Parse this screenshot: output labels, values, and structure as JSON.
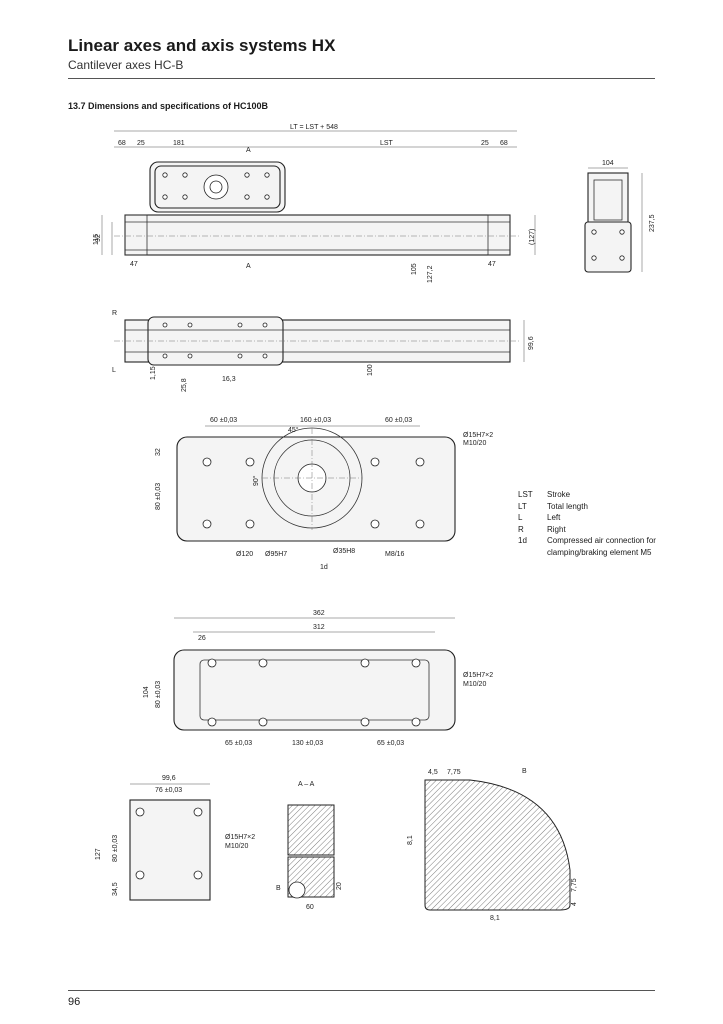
{
  "header": {
    "title": "Linear axes and axis systems HX",
    "subtitle": "Cantilever axes HC-B"
  },
  "section_title": "13.7 Dimensions and specifications of HC100B",
  "page_number": "96",
  "dims": {
    "lt_formula": "LT = LST + 548",
    "lst": "LST",
    "d68": "68",
    "d25": "25",
    "d181": "181",
    "dA": "A",
    "d115": "115",
    "d92": "92",
    "d47": "47",
    "d105": "105",
    "d127_2": "127,2",
    "d127p": "(127)",
    "d104": "104",
    "d237_5": "237,5",
    "R": "R",
    "L": "L",
    "d99_6": "99,6",
    "d1_15": "1,15",
    "d25_8": "25,8",
    "d16_3": "16,3",
    "d100": "100",
    "d60a": "60 ±0,03",
    "d160": "160 ±0,03",
    "d60b": "60 ±0,03",
    "d45": "45°",
    "d90": "90°",
    "d32": "32",
    "d80": "80 ±0,03",
    "d15h7": "Ø15H7×2",
    "m10": "M10/20",
    "d120": "Ø120",
    "d95": "Ø95H7",
    "d35": "Ø35H8",
    "m8": "M8/16",
    "id1d": "1d",
    "d362": "362",
    "d312": "312",
    "d26": "26",
    "d104b": "104",
    "d80b": "80 ±0,03",
    "d65a": "65 ±0,03",
    "d130": "130 ±0,03",
    "d65b": "65 ±0,03",
    "d99_6b": "99,6",
    "d76": "76 ±0,03",
    "d127": "127",
    "d80c": "80 ±0,03",
    "d34_5": "34,5",
    "AA": "A – A",
    "B": "B",
    "d20": "20",
    "d60c": "60",
    "d4_5": "4,5",
    "d7_75": "7,75",
    "d8_1": "8,1",
    "d7_75b": "7,75",
    "d4": "4",
    "d8_1b": "8,1"
  },
  "legend": [
    {
      "key": "LST",
      "value": "Stroke"
    },
    {
      "key": "LT",
      "value": "Total length"
    },
    {
      "key": "L",
      "value": "Left"
    },
    {
      "key": "R",
      "value": "Right"
    },
    {
      "key": "1d",
      "value": "Compressed air connection for"
    },
    {
      "key": "",
      "value": "clamping/braking element M5"
    }
  ]
}
